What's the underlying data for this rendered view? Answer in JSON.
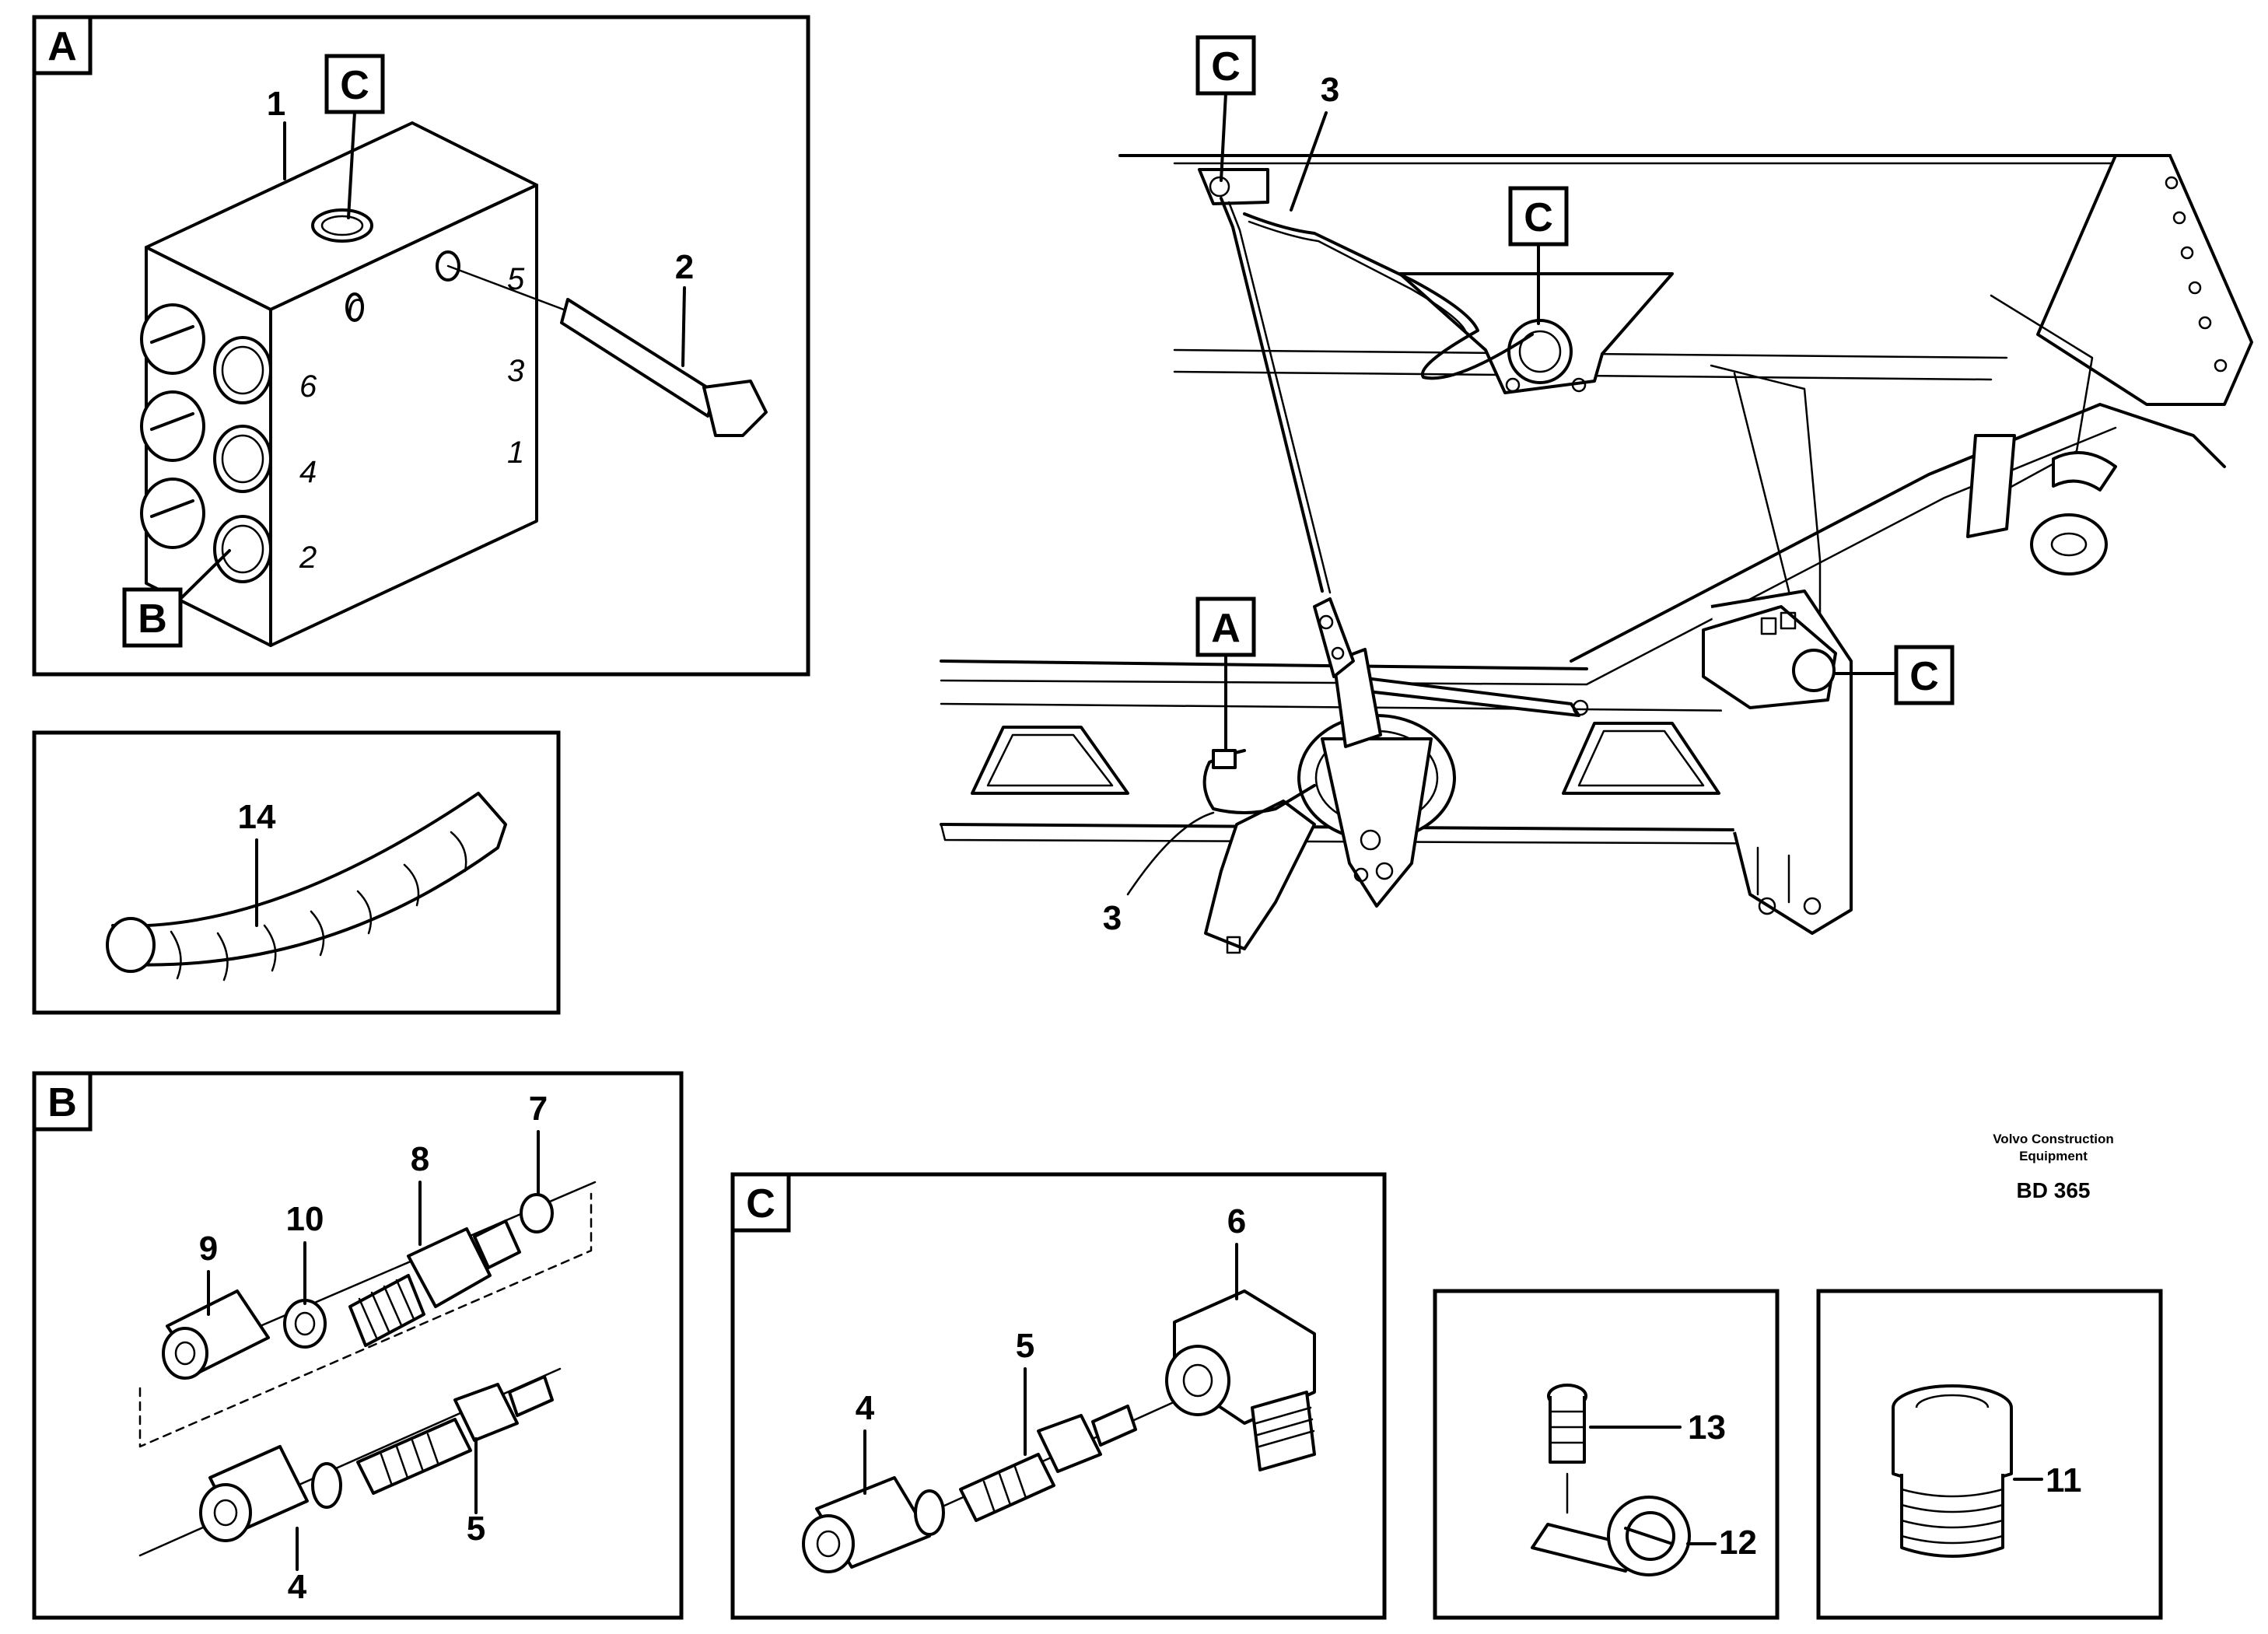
{
  "panels": {
    "A": "A",
    "B": "B",
    "C": "C"
  },
  "tags": {
    "main_C1": "C",
    "main_C2": "C",
    "main_C3": "C",
    "main_A": "A",
    "detailA_C": "C",
    "detailA_B": "B"
  },
  "callouts": {
    "a_1": "1",
    "a_2": "2",
    "main_3_top": "3",
    "main_3_bottom": "3",
    "hose_14": "14",
    "b_7": "7",
    "b_8": "8",
    "b_9": "9",
    "b_10": "10",
    "b_4": "4",
    "b_5": "5",
    "c_6": "6",
    "c_5": "5",
    "c_4": "4",
    "d_13": "13",
    "d_12": "12",
    "e_11": "11"
  },
  "ports": [
    "6",
    "4",
    "2",
    "5",
    "3",
    "1",
    "0"
  ],
  "brand_line1": "Volvo Construction",
  "brand_line2": "Equipment",
  "drawing_code": "BD 365"
}
